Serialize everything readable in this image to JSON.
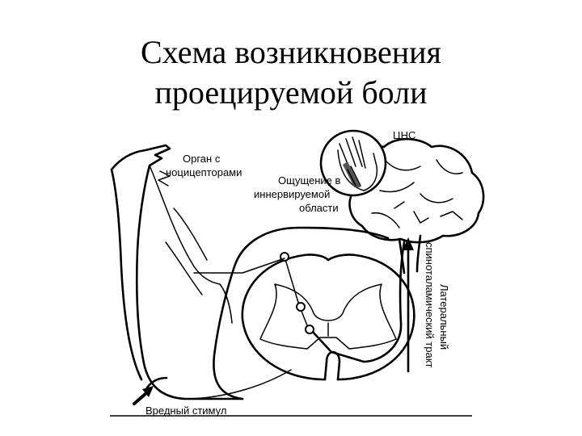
{
  "title": {
    "line1": "Схема возникновения",
    "line2": "проецируемой боли"
  },
  "labels": {
    "cns": "ЦНС",
    "organ_line1": "Орган с",
    "organ_line2": "ноцицепторами",
    "sensation_line1": "Ощущение в",
    "sensation_line2": "иннервируемой",
    "sensation_line3": "области",
    "tract_line1": "Латеральный",
    "tract_line2": "спиноталамический тракт",
    "stimulus": "Вредный стимул"
  }
}
